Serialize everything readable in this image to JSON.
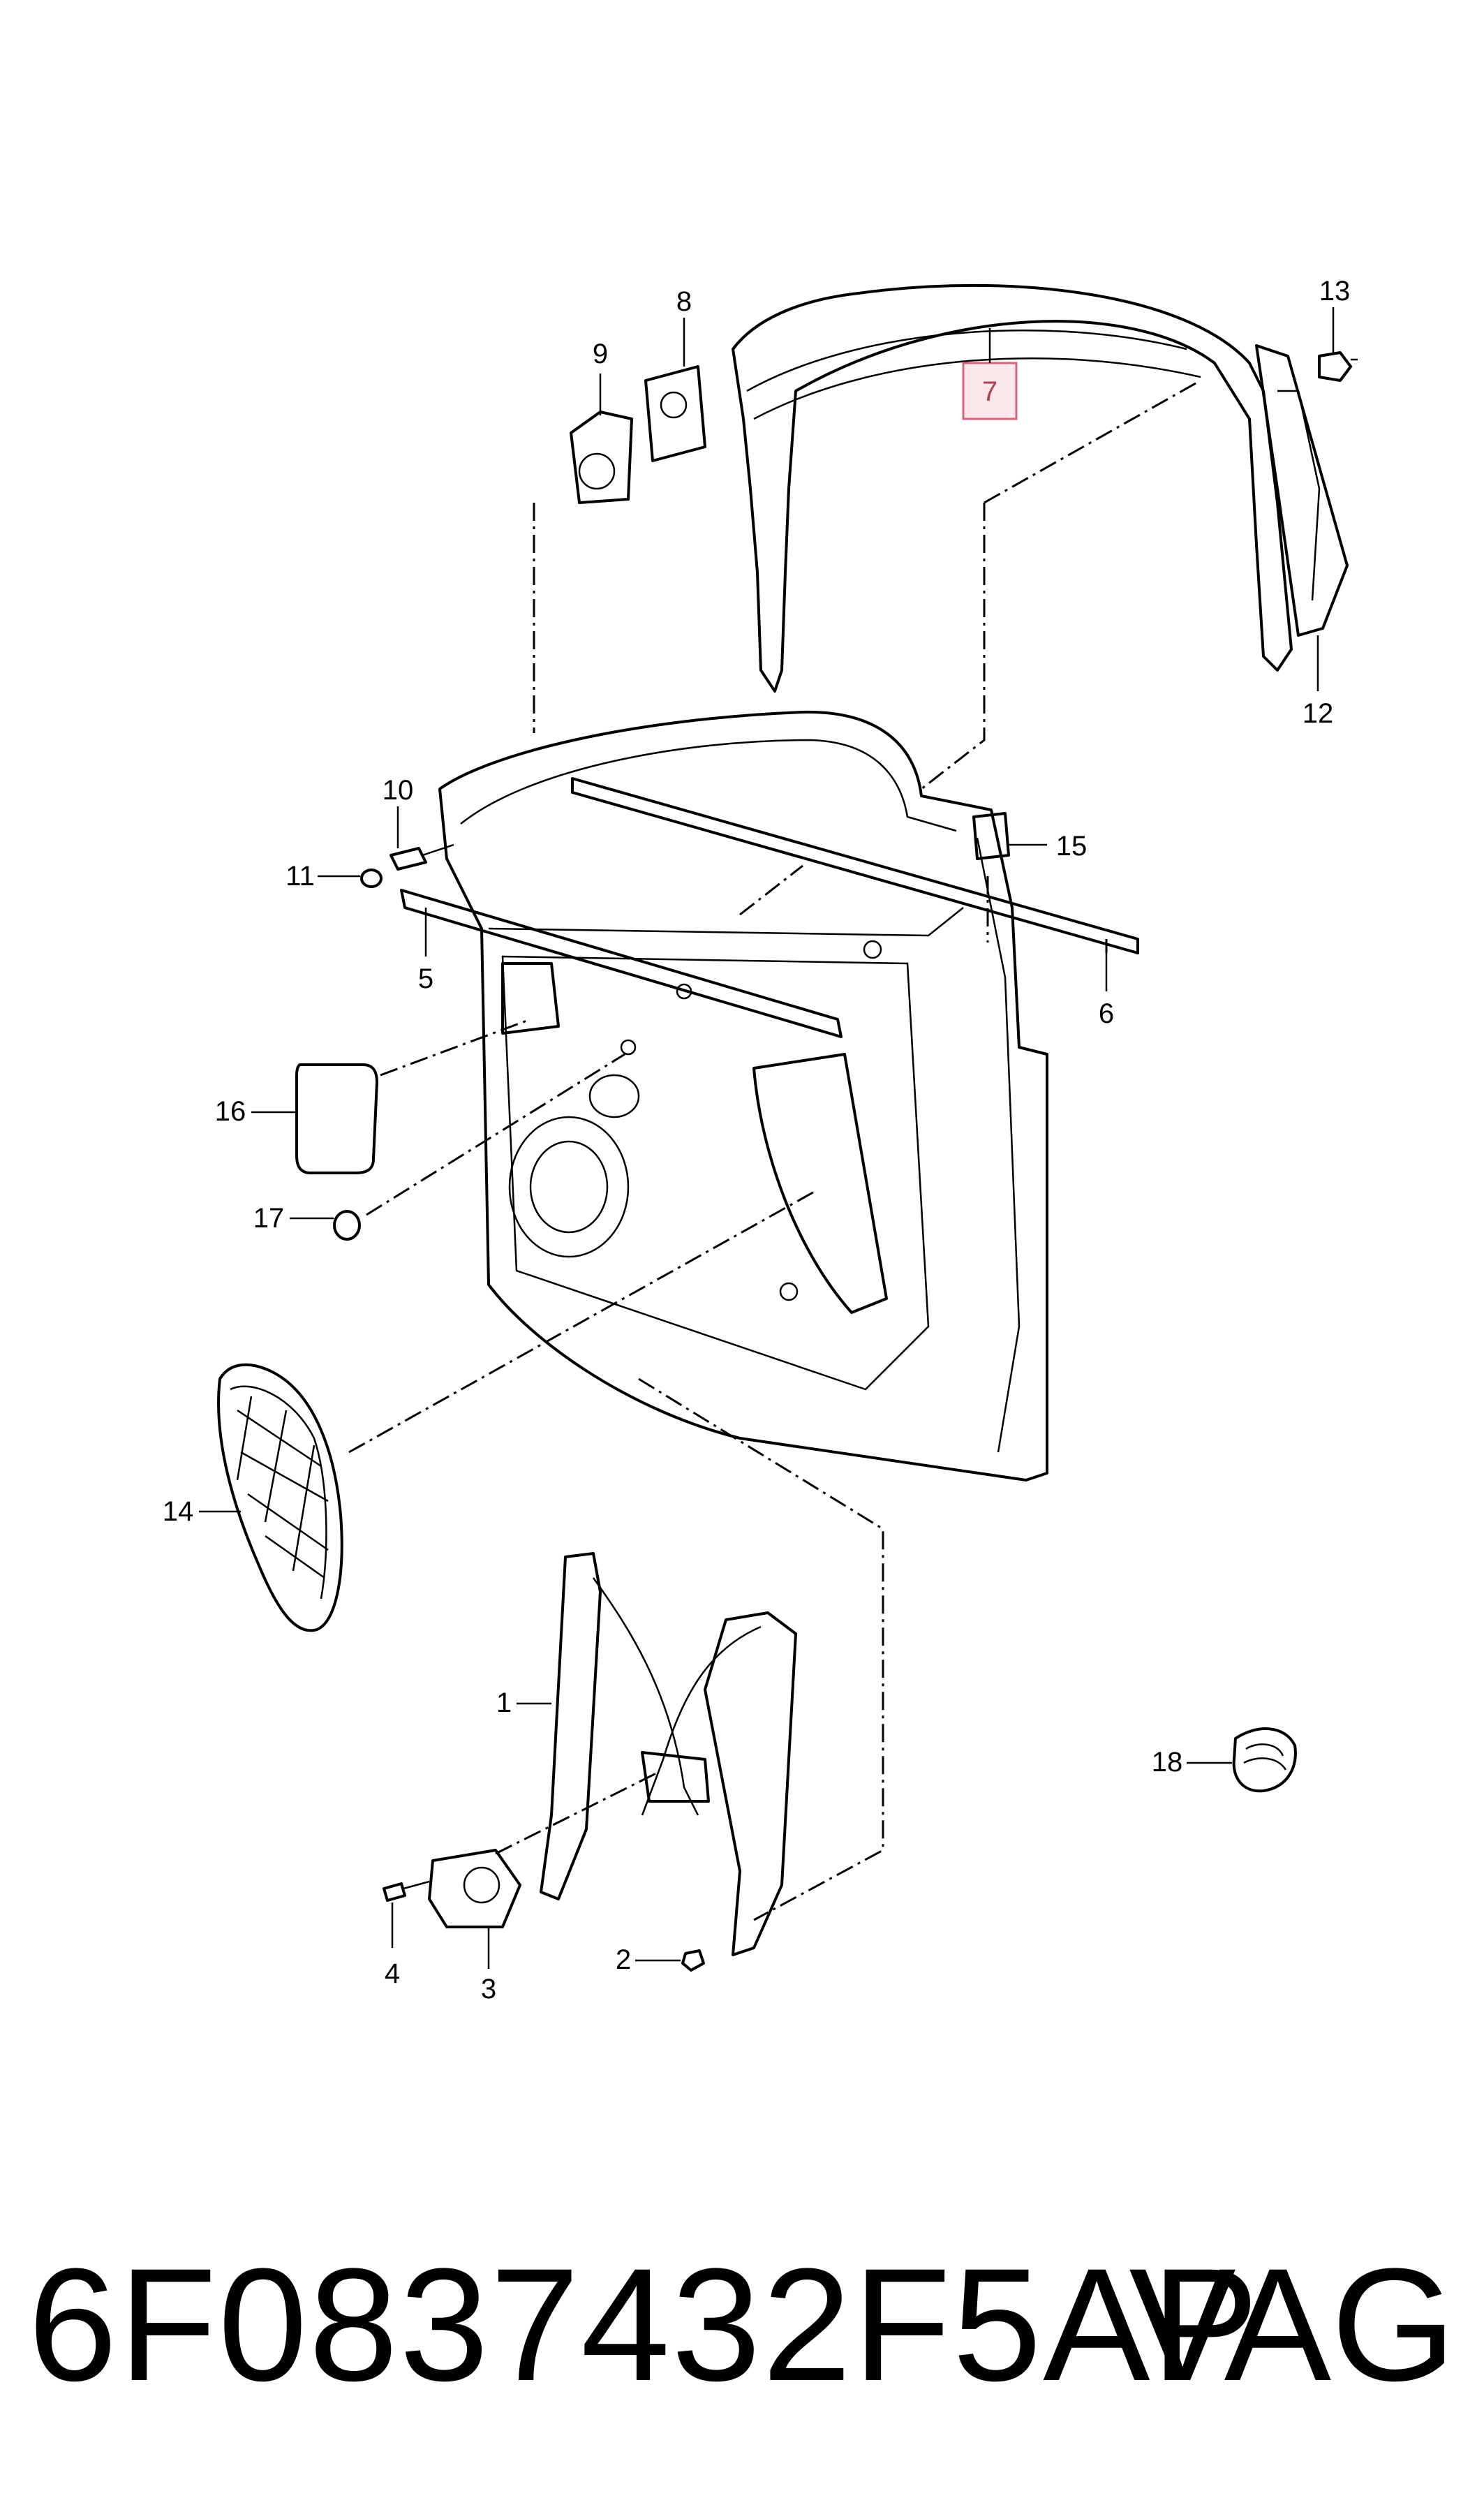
{
  "callouts": {
    "c1": "1",
    "c2": "2",
    "c3": "3",
    "c4": "4",
    "c5": "5",
    "c6": "6",
    "c7": "7",
    "c8": "8",
    "c9": "9",
    "c10": "10",
    "c11": "11",
    "c12": "12",
    "c13": "13",
    "c14": "14",
    "c15": "15",
    "c16": "16",
    "c17": "17",
    "c18": "18"
  },
  "highlight": {
    "label": "7",
    "fill": "#fde8ec",
    "stroke": "#e0607a"
  },
  "footer": {
    "part_number": "6F0837432F5AP",
    "brand": "VAG"
  }
}
